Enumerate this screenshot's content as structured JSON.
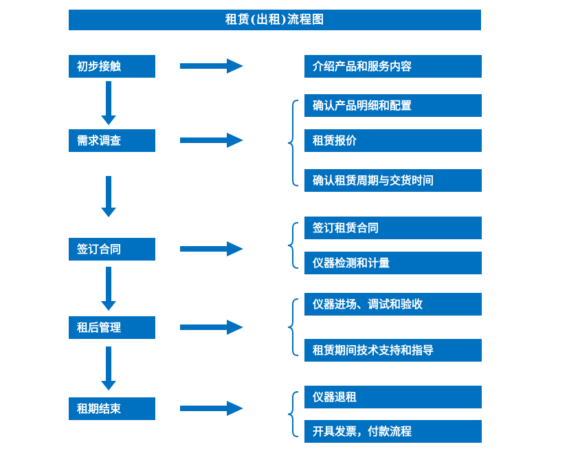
{
  "title": "租赁(出租)流程图",
  "colors": {
    "primary": "#0070C0",
    "text": "#ffffff",
    "background": "#ffffff"
  },
  "stages": [
    {
      "label": "初步接触",
      "outputs": [
        "介绍产品和服务内容"
      ]
    },
    {
      "label": "需求调查",
      "outputs": [
        "确认产品明细和配置",
        "租赁报价",
        "确认租赁周期与交货时间"
      ]
    },
    {
      "label": "签订合同",
      "outputs": [
        "签订租赁合同",
        "仪器检测和计量"
      ]
    },
    {
      "label": "租后管理",
      "outputs": [
        "仪器进场、调试和验收",
        "租赁期间技术支持和指导"
      ]
    },
    {
      "label": "租期结束",
      "outputs": [
        "仪器退租",
        "开具发票，付款流程"
      ]
    }
  ]
}
